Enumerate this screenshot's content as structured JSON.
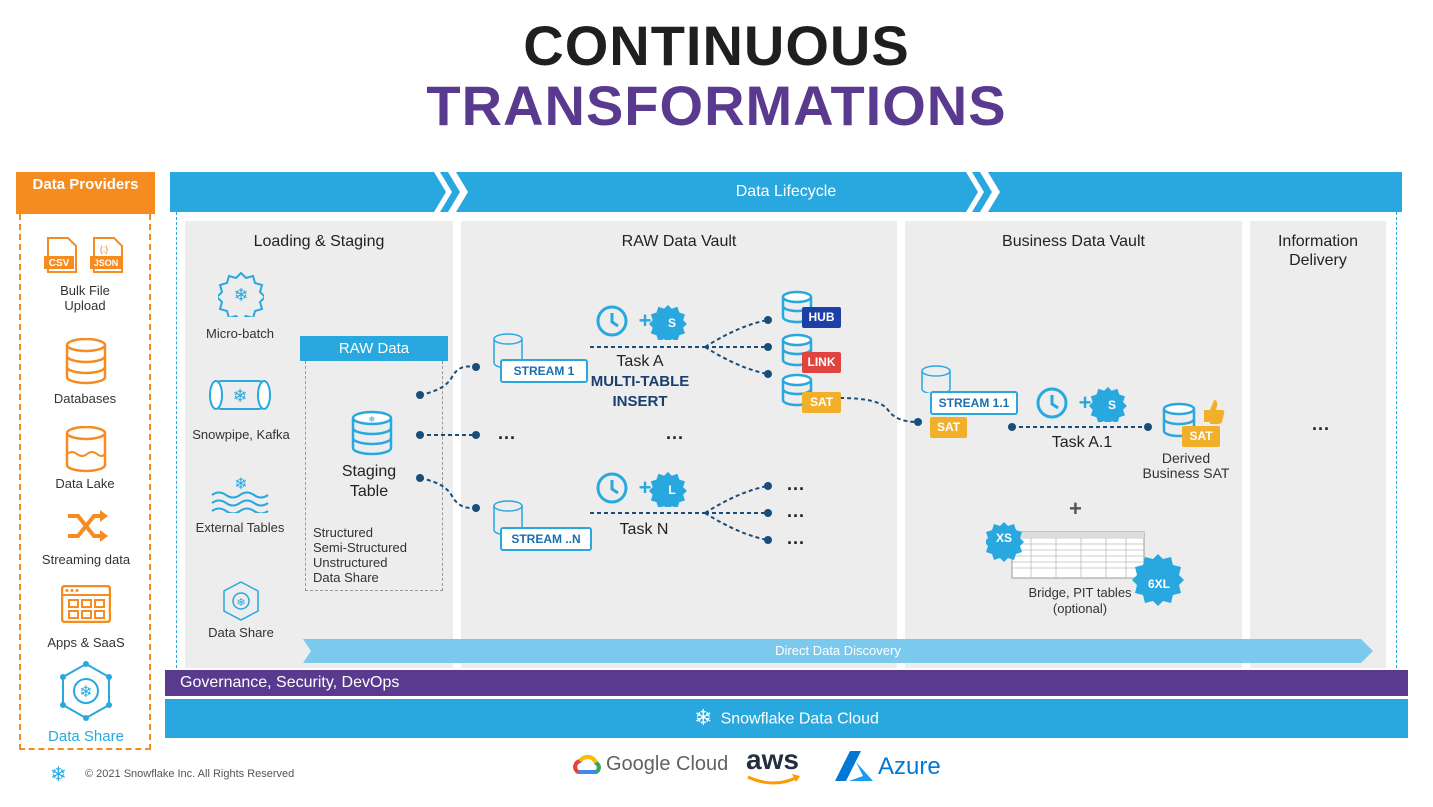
{
  "title": {
    "line1": "CONTINUOUS",
    "line2": "TRANSFORMATIONS"
  },
  "providers": {
    "header": "Data Providers",
    "items": [
      {
        "label": "Bulk File Upload",
        "icon": "csv-json-file-icon"
      },
      {
        "label": "Databases",
        "icon": "database-icon"
      },
      {
        "label": "Data Lake",
        "icon": "data-lake-icon"
      },
      {
        "label": "Streaming data",
        "icon": "shuffle-icon"
      },
      {
        "label": "Apps & SaaS",
        "icon": "app-window-icon"
      },
      {
        "label": "Data Share",
        "icon": "data-share-icon"
      }
    ],
    "file_tags": [
      "CSV",
      "JSON"
    ]
  },
  "lifecycle": {
    "label": "Data Lifecycle"
  },
  "stages": {
    "loading": {
      "title": "Loading & Staging",
      "items": [
        "Micro-batch",
        "Snowpipe, Kafka",
        "External Tables",
        "Data Share"
      ],
      "raw_data": "RAW Data",
      "staging_table": "Staging Table",
      "formats": [
        "Structured",
        "Semi-Structured",
        "Unstructured",
        "Data Share"
      ]
    },
    "raw_vault": {
      "title": "RAW Data Vault",
      "stream1": "STREAM 1",
      "streamN": "STREAM ..N",
      "taskA": "Task A",
      "multi_table": "MULTI-TABLE",
      "insert": "INSERT",
      "taskN": "Task N",
      "ellipsis": "...",
      "tags": [
        "HUB",
        "LINK",
        "SAT"
      ],
      "gear_letters": [
        "S",
        "L"
      ]
    },
    "business_vault": {
      "title": "Business Data Vault",
      "stream": "STREAM 1.1",
      "sat": "SAT",
      "task": "Task A.1",
      "derived": "Derived Business SAT",
      "plus": "+",
      "bridge": "Bridge, PIT tables",
      "optional": "(optional)",
      "xs": "XS",
      "xl": "6XL",
      "gear_letter": "S"
    },
    "info": {
      "title": "Information Delivery",
      "ellipsis": "..."
    }
  },
  "direct_discovery": "Direct Data Discovery",
  "governance": "Governance, Security, DevOps",
  "cloud": "Snowflake Data Cloud",
  "vendors": {
    "google": "Google Cloud",
    "aws": "aws",
    "azure": "Azure"
  },
  "footer": "© 2021 Snowflake Inc. All Rights Reserved",
  "colors": {
    "orange": "#f68b1f",
    "blue": "#29a8e0",
    "purple": "#5a3a8e",
    "hub": "#1c3fa8",
    "link": "#e0443e",
    "sat": "#f2b02a"
  }
}
